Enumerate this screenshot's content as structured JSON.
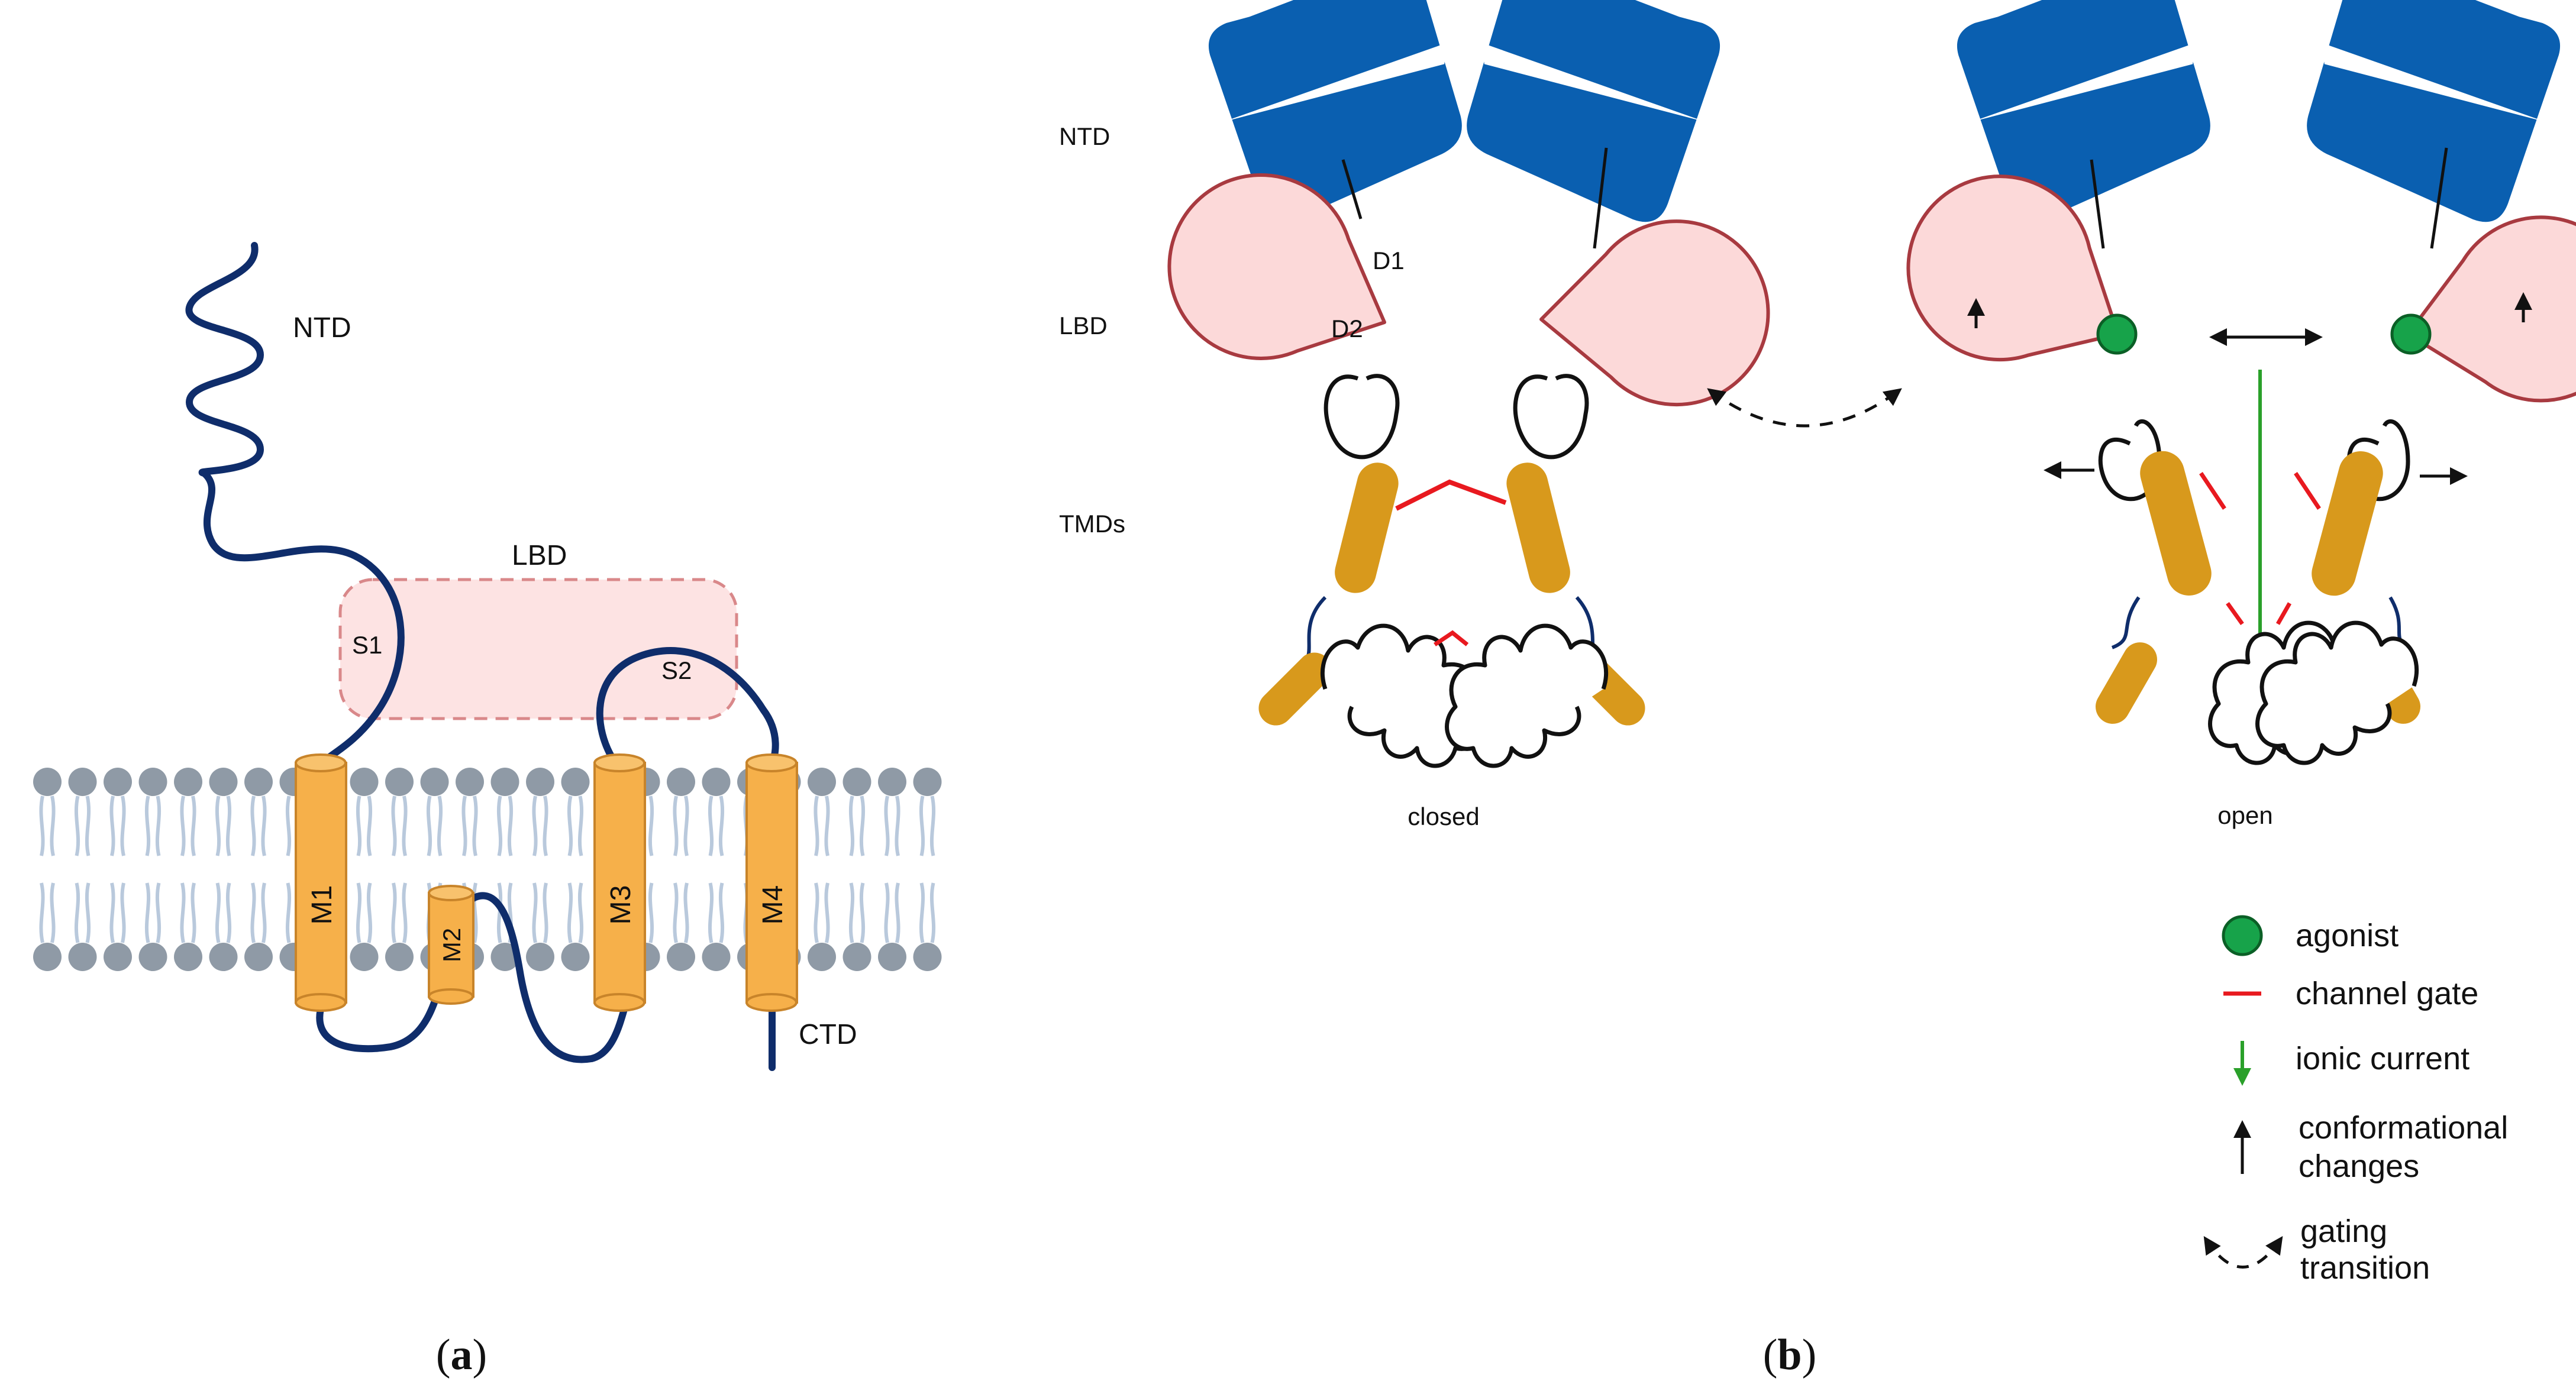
{
  "panel_a": {
    "labels": {
      "ntd": "NTD",
      "lbd": "LBD",
      "s1": "S1",
      "s2": "S2",
      "ctd": "CTD"
    },
    "helices": {
      "m1": "M1",
      "m2": "M2",
      "m3": "M3",
      "m4": "M4"
    },
    "caption": {
      "open": "(",
      "letter": "a",
      "close": ")"
    }
  },
  "panel_b": {
    "row_labels": {
      "ntd": "NTD",
      "lbd": "LBD",
      "tmds": "TMDs"
    },
    "subdomains": {
      "d1": "D1",
      "d2": "D2"
    },
    "states": {
      "closed": "closed",
      "open": "open"
    },
    "caption": {
      "open": "(",
      "letter": "b",
      "close": ")"
    }
  },
  "legend": {
    "agonist": "agonist",
    "channel_gate": "channel gate",
    "ionic_current": "ionic current",
    "conformational_1": "conformational",
    "conformational_2": "changes",
    "gating_1": "gating",
    "gating_2": "transition"
  },
  "colors": {
    "ntd_blue": "#0a5fb0",
    "lbd_pink": "#fcd9d9",
    "lbd_outline": "#a83a40",
    "tmd_gold": "#d8991c",
    "helix_orange": "#f6b04a",
    "chain_navy": "#0f2d6b",
    "lipid_head": "#8f9aa6",
    "lipid_tail": "#b9c9dc",
    "gate_red": "#e8191f",
    "agonist_green": "#17a34a",
    "current_green": "#2aa02a"
  }
}
